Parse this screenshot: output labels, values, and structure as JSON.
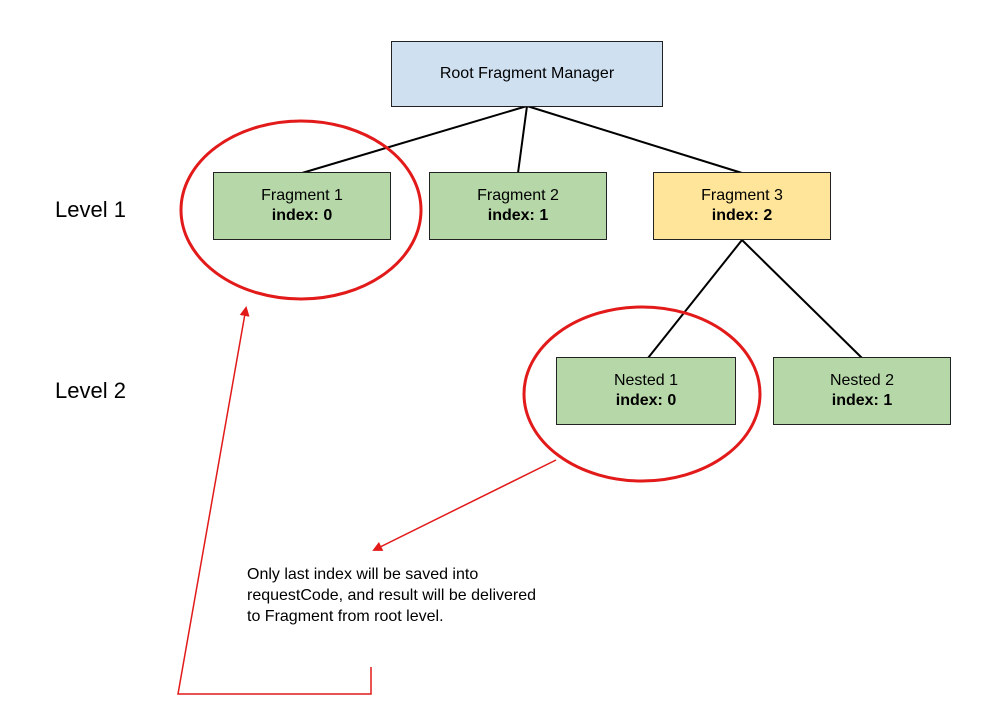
{
  "root": {
    "label": "Root Fragment Manager",
    "color": "#cfe0f1"
  },
  "level1": {
    "label": "Level 1",
    "nodes": [
      {
        "title": "Fragment 1",
        "index": "index: 0",
        "color": "#b6d7a8"
      },
      {
        "title": "Fragment 2",
        "index": "index: 1",
        "color": "#b6d7a8"
      },
      {
        "title": "Fragment 3",
        "index": "index: 2",
        "color": "#ffe599"
      }
    ]
  },
  "level2": {
    "label": "Level 2",
    "nodes": [
      {
        "title": "Nested 1",
        "index": "index: 0",
        "color": "#b6d7a8"
      },
      {
        "title": "Nested 2",
        "index": "index: 1",
        "color": "#b6d7a8"
      }
    ]
  },
  "note": "Only last index will be saved into requestCode, and result will be delivered to Fragment from root level.",
  "colors": {
    "highlight": "#e21a1a",
    "line": "#000000"
  }
}
